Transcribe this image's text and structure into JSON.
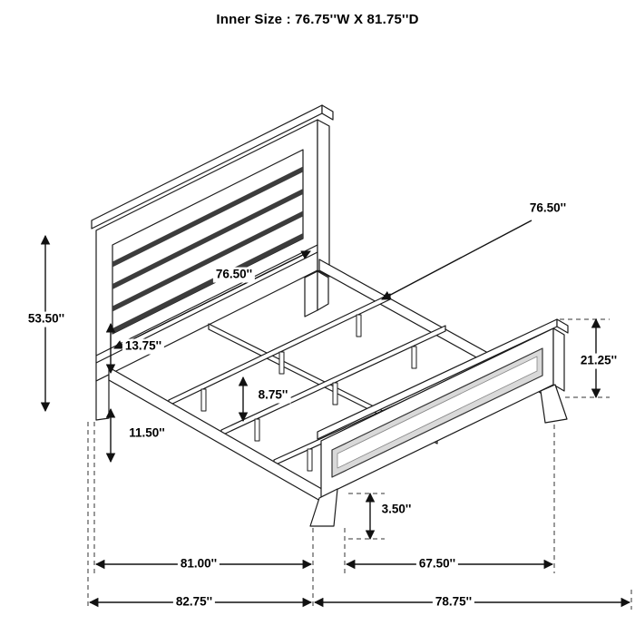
{
  "title": "Inner Size : 76.75''W X 81.75''D",
  "diagram": {
    "subject": "bed-frame-dimension-drawing",
    "dims": {
      "headboard_width": "76.50''",
      "slat_width": "76.50''",
      "headboard_height": "53.50''",
      "rail_height_top": "13.75''",
      "support_height": "8.75''",
      "rail_clearance": "11.50''",
      "footboard_height": "21.25''",
      "foot_height": "3.50''",
      "inner_length": "81.00''",
      "footboard_width": "67.50''",
      "overall_left": "82.75''",
      "overall_right": "78.75''"
    }
  }
}
